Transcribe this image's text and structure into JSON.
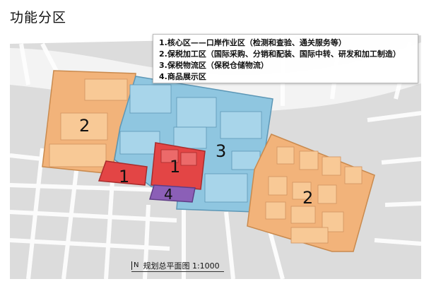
{
  "title": "功能分区",
  "legend": [
    "1.核心区——口岸作业区（检测和查验、通关服务等）",
    "2.保税加工区（国际采购、分销和配装、国际中转、研发和加工制造）",
    "3.保税物流区（保税仓储物流）",
    "4.商品展示区"
  ],
  "zones": {
    "core_a": "1",
    "core_b": "1",
    "processing_west": "2",
    "processing_east": "2",
    "logistics": "3",
    "exhibition": "4"
  },
  "caption": {
    "north": "N",
    "text": "规划总平面图 1:1000"
  },
  "colors": {
    "processing": "#f2b37a",
    "logistics": "#8fc6e0",
    "core": "#e34545",
    "exhibition": "#8b5fb7",
    "water": "#f1f1f1",
    "ground": "#d9d9d9"
  }
}
